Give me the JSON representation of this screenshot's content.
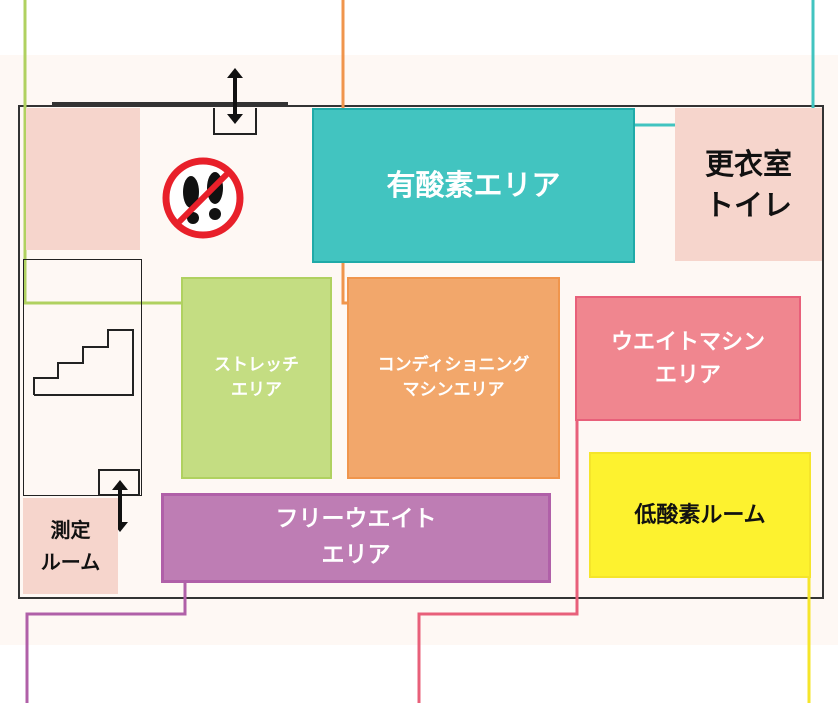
{
  "zones": {
    "aerobic": {
      "label": "有酸素エリア",
      "color": "#42c4c0"
    },
    "locker": {
      "label": "更衣室\nトイレ",
      "color": "#f6d5cc"
    },
    "stretch": {
      "label": "ストレッチ\nエリア",
      "color": "#c4dd82"
    },
    "conditioning": {
      "label": "コンディショニング\nマシンエリア",
      "color": "#f2a76b"
    },
    "weight_machine": {
      "label": "ウエイトマシン\nエリア",
      "color": "#f0868f"
    },
    "low_oxygen": {
      "label": "低酸素ルーム",
      "color": "#fdf22f"
    },
    "free_weight": {
      "label": "フリーウエイト\nエリア",
      "color": "#be7db4"
    },
    "measurement": {
      "label": "測定\nルーム",
      "color": "#f6d5cc"
    }
  },
  "icons": [
    "no-shoes-icon",
    "stairs-icon",
    "double-arrow-icon"
  ]
}
